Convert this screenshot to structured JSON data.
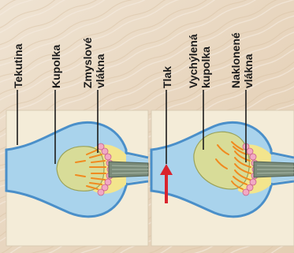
{
  "panel_left": {
    "labels": {
      "fluid": "Tekutina",
      "cupula": "Kupolka",
      "sensory_fibers": [
        "Zmyslové",
        "vlákna"
      ]
    }
  },
  "panel_right": {
    "labels": {
      "pressure": "Tlak",
      "deflected_cupula": [
        "Vychýlená",
        "kupolka"
      ],
      "bent_fibers": [
        "Naklonené",
        "vlákna"
      ]
    }
  },
  "colors": {
    "fluid": "#a9d3ec",
    "wall": "#4a8fc9",
    "cupula": "#d8dc98",
    "hair_cells": "#f2a9c4",
    "fibers": "#f08a1f",
    "nerve": "#7b8c7a",
    "arrow": "#d9232d",
    "leader_lines": "#1b1b1b"
  }
}
